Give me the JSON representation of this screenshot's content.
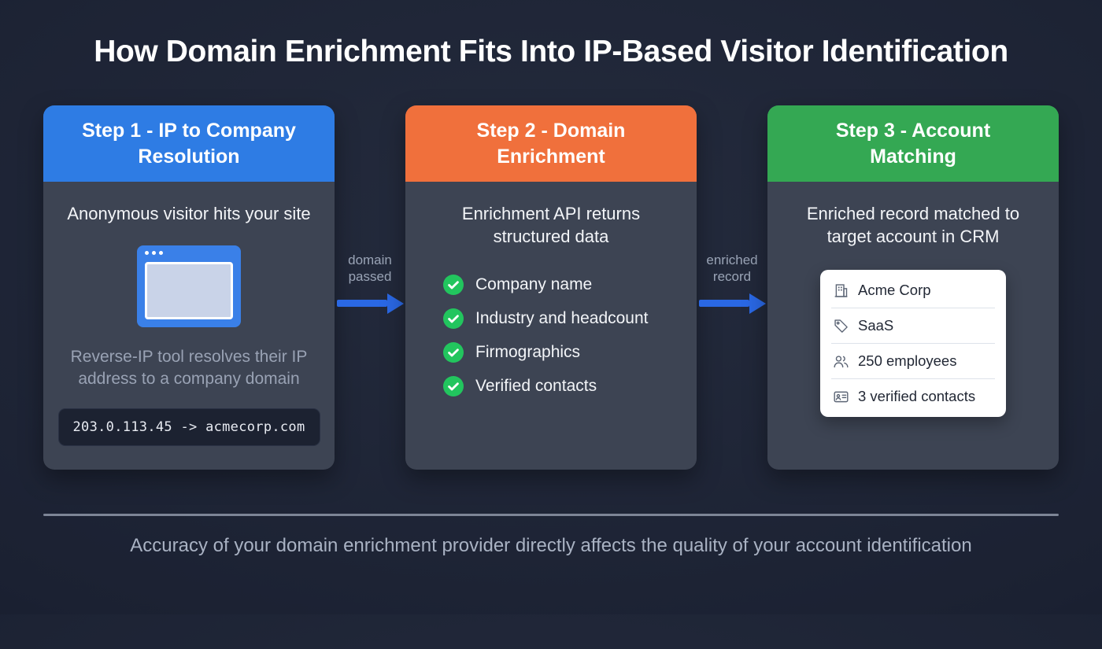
{
  "page": {
    "title": "How Domain Enrichment Fits Into IP-Based Visitor Identification",
    "footer": "Accuracy of your domain enrichment provider directly affects the quality of your account identification"
  },
  "colors": {
    "step1_accent": "#2e7ce4",
    "step2_accent": "#f0703c",
    "step3_accent": "#34a853",
    "arrow": "#2a68e4",
    "check": "#22c55e",
    "card_background": "#3d4453"
  },
  "steps": [
    {
      "header": "Step 1 - IP to Company Resolution",
      "accent": "#2e7ce4",
      "lead": "Anonymous visitor hits your site",
      "description": "Reverse-IP tool resolves their IP address to a company domain",
      "code": "203.0.113.45 -> acmecorp.com"
    },
    {
      "header": "Step 2 - Domain Enrichment",
      "accent": "#f0703c",
      "lead": "Enrichment API returns structured data",
      "items": [
        "Company name",
        "Industry and headcount",
        "Firmographics",
        "Verified contacts"
      ]
    },
    {
      "header": "Step 3 - Account Matching",
      "accent": "#34a853",
      "lead": "Enriched record matched to target account in CRM",
      "crm_rows": [
        {
          "icon": "building-icon",
          "label": "Acme Corp"
        },
        {
          "icon": "tag-icon",
          "label": "SaaS"
        },
        {
          "icon": "people-icon",
          "label": "250 employees"
        },
        {
          "icon": "contact-card-icon",
          "label": "3 verified contacts"
        }
      ]
    }
  ],
  "arrows": [
    {
      "label": "domain passed"
    },
    {
      "label": "enriched record"
    }
  ]
}
